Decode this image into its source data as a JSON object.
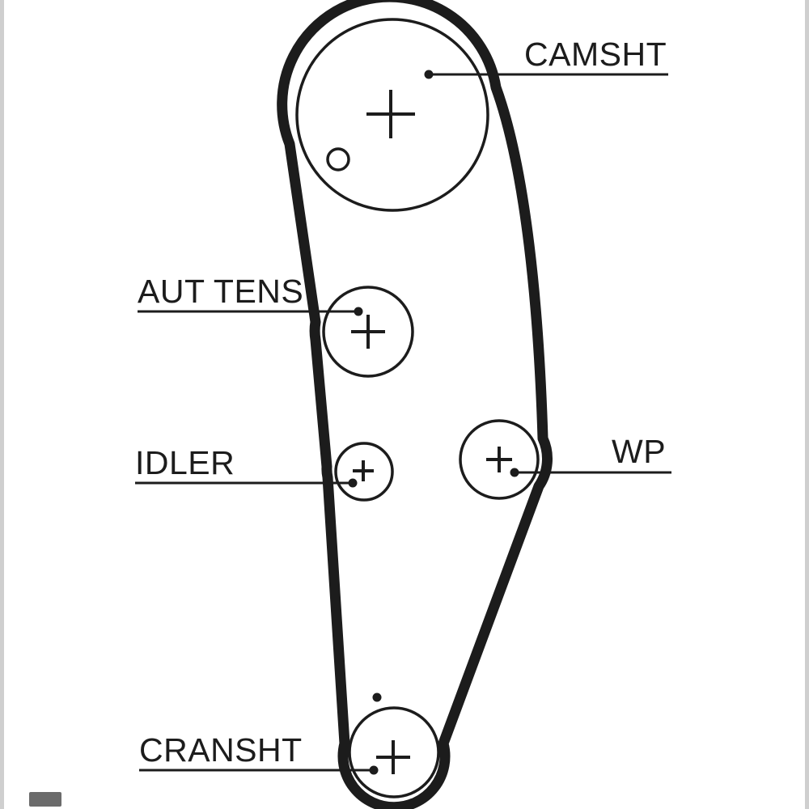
{
  "diagram": {
    "labels": {
      "camshaft": "CAMSHT",
      "tensioner": "AUT TENS",
      "idler": "IDLER",
      "water_pump": "WP",
      "crankshaft": "CRANSHT"
    },
    "colors": {
      "ink": "#1c1c1c",
      "background": "#ffffff",
      "edge_strip": "#cfcfcf"
    }
  }
}
